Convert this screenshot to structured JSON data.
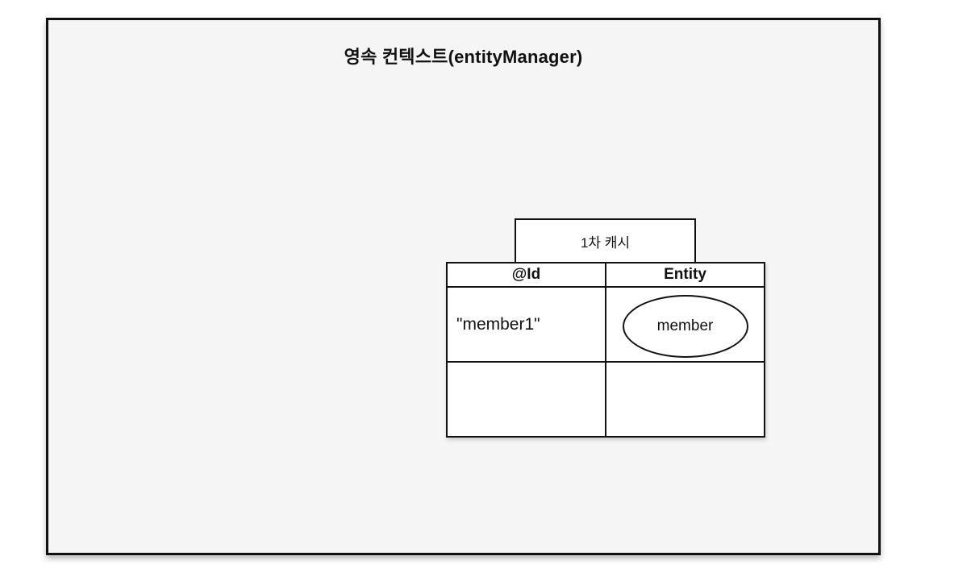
{
  "diagram": {
    "title": "영속 컨텍스트(entityManager)",
    "cache_label": "1차 캐시",
    "table": {
      "headers": [
        "@Id",
        "Entity"
      ],
      "rows": [
        {
          "id": "\"member1\"",
          "entity": "member"
        },
        {
          "id": "",
          "entity": ""
        }
      ]
    }
  },
  "colors": {
    "page_background": "#ffffff",
    "canvas_background": "#f5f5f6",
    "box_background": "#ffffff",
    "border": "#111111",
    "text": "#111111"
  }
}
